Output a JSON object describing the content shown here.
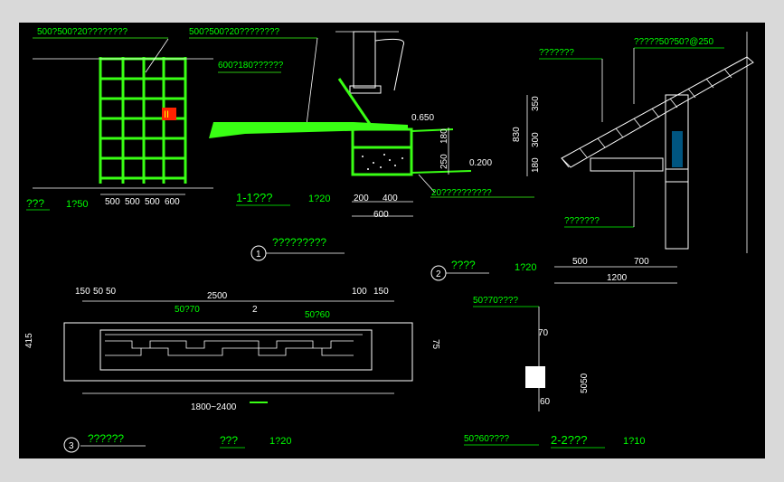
{
  "colors": {
    "background": "#000000",
    "frame": "#d9d9d9",
    "line": "#ffffff",
    "highlight": "#39ff14",
    "dim": "#ffff00",
    "label": "#00ff00",
    "accent": "#ff0000",
    "white_text": "#ffffff"
  },
  "plan": {
    "label_top": "500?500?20????????",
    "label_top2": "500?500?20????????",
    "label_mid": "600?180??????",
    "scale_name": "???",
    "scale": "1?50",
    "dims": [
      "500",
      "500",
      "500",
      "600"
    ],
    "mark": "II"
  },
  "section11": {
    "title": "1-1???",
    "scale": "1?20",
    "elev1": "0.650",
    "elev2": "0.200",
    "dims_v": [
      "180",
      "250"
    ],
    "dims_h": [
      "200",
      "400"
    ],
    "total": "600",
    "label_bottom": "20??????????"
  },
  "detail1": {
    "circle": "1",
    "label": "?????????"
  },
  "detail2": {
    "circle": "2",
    "label": "????",
    "scale": "1?20",
    "note_left": "???????",
    "note_top": "?????50?50?@250",
    "note_bottom": "???????",
    "dims_v": [
      "350",
      "300",
      "180"
    ],
    "total_v": "830",
    "dims_h": [
      "500",
      "700"
    ],
    "total_h": "1200"
  },
  "detail3": {
    "circle": "3",
    "label": "??????",
    "name": "???",
    "scale": "1?20",
    "top_dims": [
      "150",
      "50",
      "50",
      "2500",
      "100",
      "150"
    ],
    "label_a": "50?70",
    "label_b": "50?60",
    "cut": "2",
    "h": "415",
    "h2": "75",
    "bottom": "1800~2400"
  },
  "section22": {
    "label_top": "50?70????",
    "label_bottom": "50?60????",
    "title": "2-2???",
    "scale": "1?10",
    "d70": "70",
    "d60": "60",
    "d5050": "5050"
  }
}
